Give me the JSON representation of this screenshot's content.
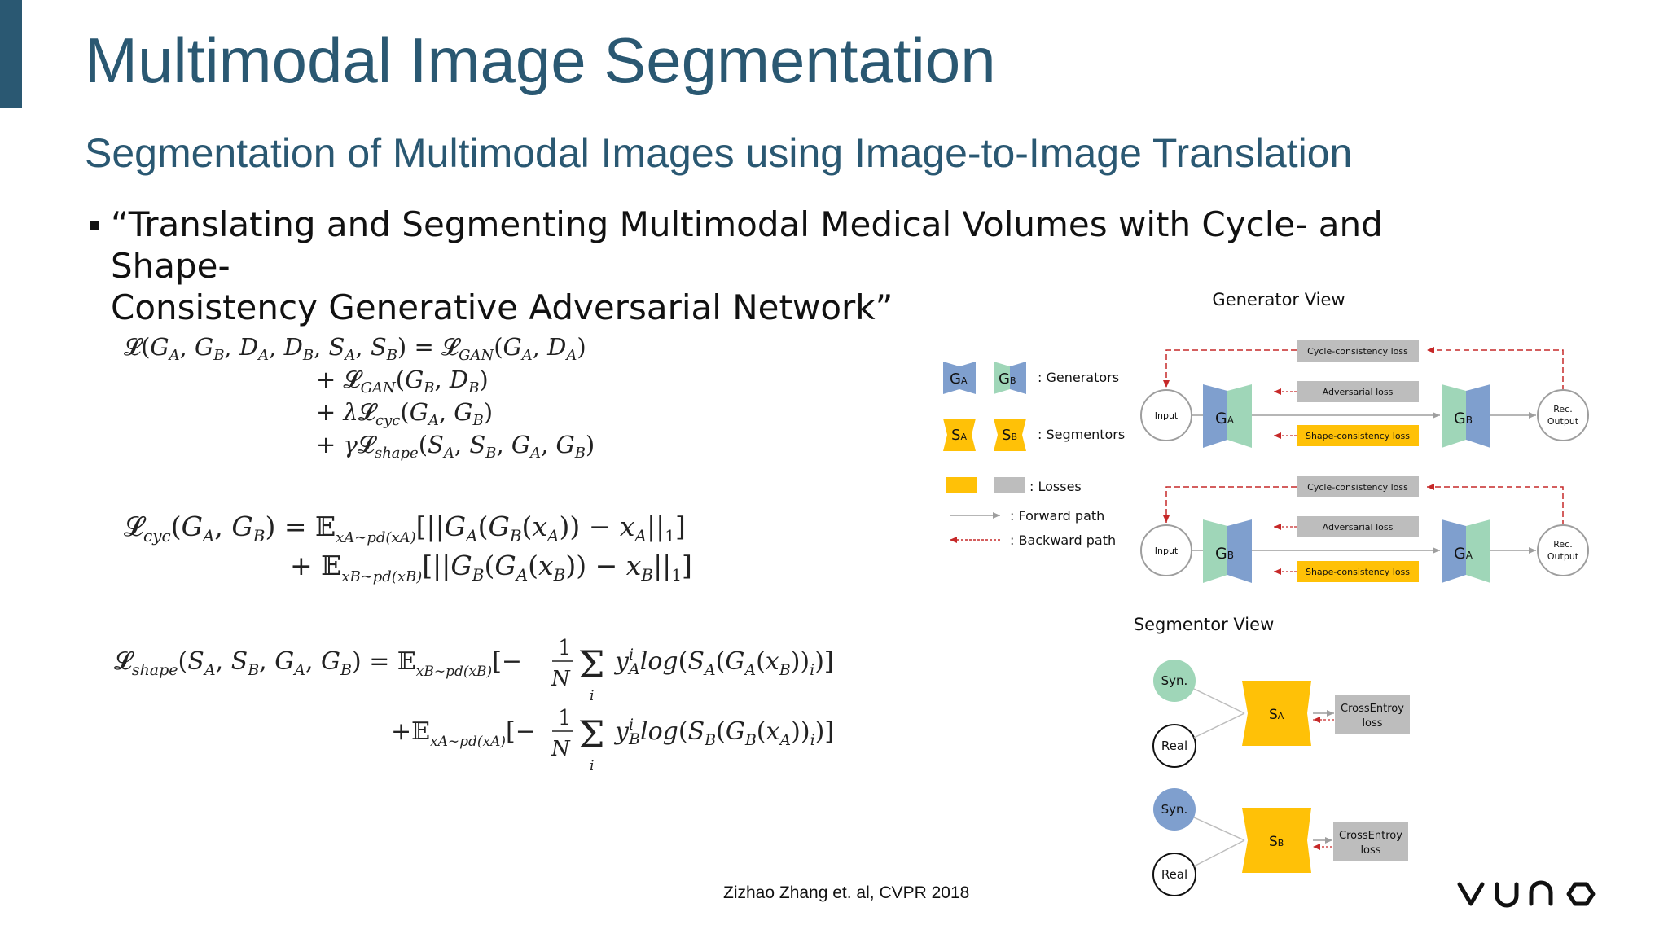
{
  "slide": {
    "title": "Multimodal Image Segmentation",
    "subtitle": "Segmentation of Multimodal Images using Image-to-Image Translation",
    "bullet_line1": "“Translating and Segmenting Multimodal Medical Volumes with Cycle- and Shape-",
    "bullet_line2": "Consistency Generative Adversarial Network”",
    "citation": "Zizhao Zhang et. al, CVPR 2018",
    "logo": "VUNO",
    "accent_color": "#2a5872"
  },
  "equations": {
    "eq1_line1": "ℒ(Gₐ, Gᵦ, Dₐ, Dᵦ, Sₐ, Sᵦ) = ℒGAN(GA, DA)",
    "full_loss": [
      "ℒ(GA, GB, DA, DB, SA, SB) = ℒGAN(GA, DA)",
      "+ ℒGAN(GB, DB)",
      "+ λℒcyc(GA, GB)",
      "+ γℒshape(SA, SB, GA, GB)"
    ],
    "cyc_loss": [
      "ℒcyc(GA, GB) = 𝔼xA~pd(xA)[||GA(GB(xA)) − xA||1]",
      "+ 𝔼xB~pd(xB)[||GB(GA(xB)) − xB||1]"
    ],
    "shape_loss": [
      "ℒshape(SA, SB, GA, GB) = 𝔼xB~pd(xB)[− 1/N Σi yAi log(SA(GA(xB))i)]",
      "+𝔼xA~pd(xA)[− 1/N Σi yBi log(SB(GB(xA))i)]"
    ]
  },
  "diagram": {
    "generator_view_title": "Generator View",
    "segmentor_view_title": "Segmentor View",
    "legend": {
      "generators": ": Generators",
      "segmentors": ": Segmentors",
      "losses": ": Losses",
      "forward": ": Forward path",
      "backward": ": Backward path"
    },
    "labels": {
      "ga": "G",
      "gb": "G",
      "sa": "S",
      "sb": "S",
      "sub_a": "A",
      "sub_b": "B",
      "input": "Input",
      "rec": "Rec.",
      "output": "Output",
      "cycle_loss": "Cycle-consistency loss",
      "adv_loss": "Adversarial loss",
      "shape_loss": "Shape-consistency loss",
      "syn": "Syn.",
      "real": "Real",
      "ce1": "CrossEntroy",
      "ce2": "loss"
    },
    "colors": {
      "generator_a": "#7f9fce",
      "generator_b": "#9fd6b8",
      "segmentor": "#ffc107",
      "loss_gray": "#bdbdbd",
      "backward_red": "#c62828"
    }
  }
}
